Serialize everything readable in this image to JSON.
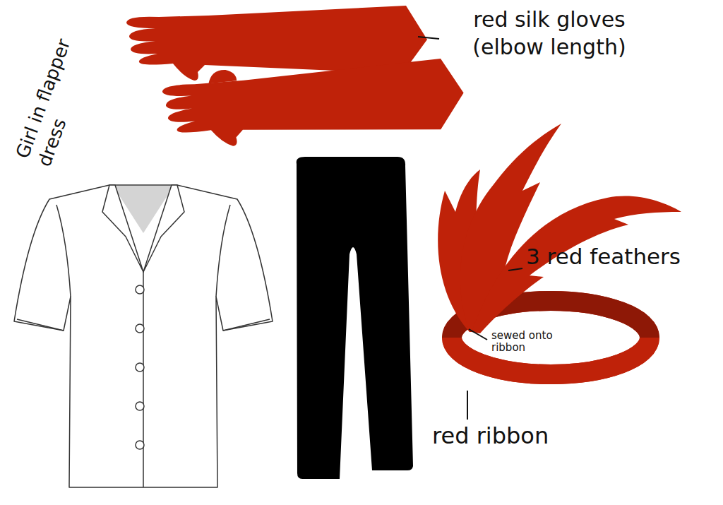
{
  "diagram": {
    "title": "Girl in flapper dress",
    "labels": [
      "red silk gloves (elbow length)",
      "3 red feathers",
      "sewed onto ribbon",
      "red ribbon"
    ]
  }
}
